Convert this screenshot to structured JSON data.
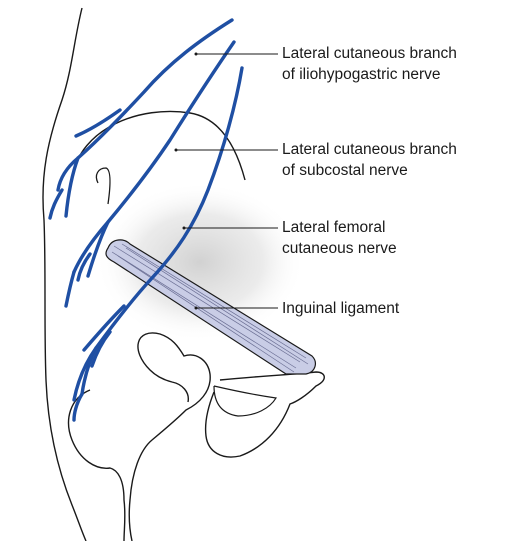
{
  "labels": {
    "iliohypogastric": {
      "line1": "Lateral cutaneous branch",
      "line2": "of iliohypogastric nerve"
    },
    "subcostal": {
      "line1": "Lateral cutaneous branch",
      "line2": "of subcostal nerve"
    },
    "femoral": {
      "line1": "Lateral femoral",
      "line2": "cutaneous nerve"
    },
    "ligament": {
      "line1": "Inguinal ligament"
    }
  },
  "colors": {
    "nerve": "#1f4fa3",
    "outline": "#1a1a1a",
    "ligament_fill": "#c9cde6",
    "leader": "#1a1a1a",
    "shadow": "#d9d9d9"
  }
}
